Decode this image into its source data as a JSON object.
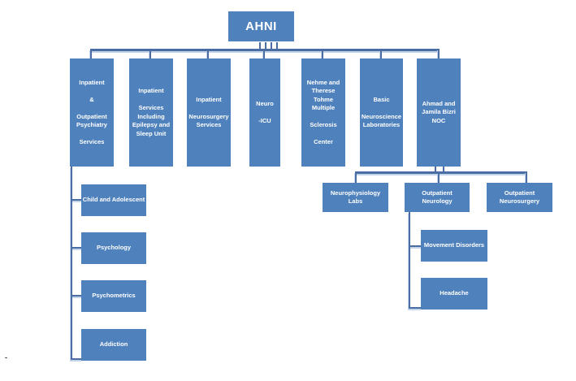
{
  "root": {
    "label": "AHNI"
  },
  "colors": {
    "box_fill": "#4f81bd",
    "connector": "#4a6da4",
    "connector_shadow": "#c3d4ea",
    "box_text": "#ffffff"
  },
  "departments": [
    {
      "label": "Inpatient\n\n&\n\nOutpatient\nPsychiatry\n\nServices"
    },
    {
      "label": "Inpatient\n\nServices\nIncluding\nEpilepsy and\nSleep Unit"
    },
    {
      "label": "Inpatient\n\nNeurosurgery\nServices"
    },
    {
      "label": "Neuro\n\n-ICU"
    },
    {
      "label": "Nehme and\nTherese\nTohme\nMultiple\n\nSclerosis\n\nCenter"
    },
    {
      "label": "Basic\n\nNeuroscience\nLaboratories"
    },
    {
      "label": "Ahmad and\nJamila Bizri\nNOC"
    }
  ],
  "psychiatry_children": [
    {
      "label": "Child and Adolescent"
    },
    {
      "label": "Psychology"
    },
    {
      "label": "Psychometrics"
    },
    {
      "label": "Addiction"
    }
  ],
  "noc_children": [
    {
      "label": "Neurophysiology\nLabs"
    },
    {
      "label": "Outpatient\nNeurology"
    },
    {
      "label": "Outpatient\nNeurosurgery"
    }
  ],
  "neurology_children": [
    {
      "label": "Movement Disorders"
    },
    {
      "label": "Headache"
    }
  ],
  "stray_mark": "-"
}
